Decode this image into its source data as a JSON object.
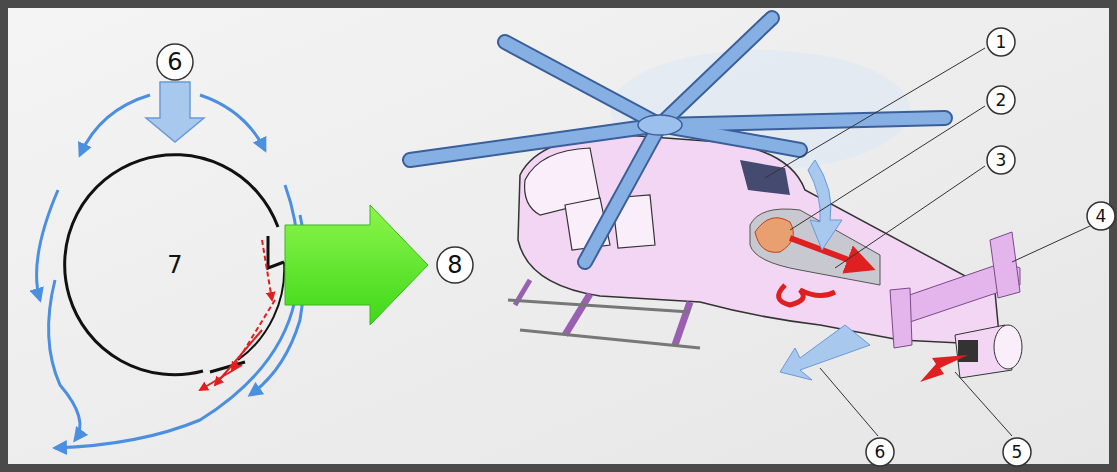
{
  "diagram": {
    "labels": [
      "6",
      "7",
      "8",
      "1",
      "2",
      "3",
      "4",
      "5",
      "6"
    ]
  }
}
